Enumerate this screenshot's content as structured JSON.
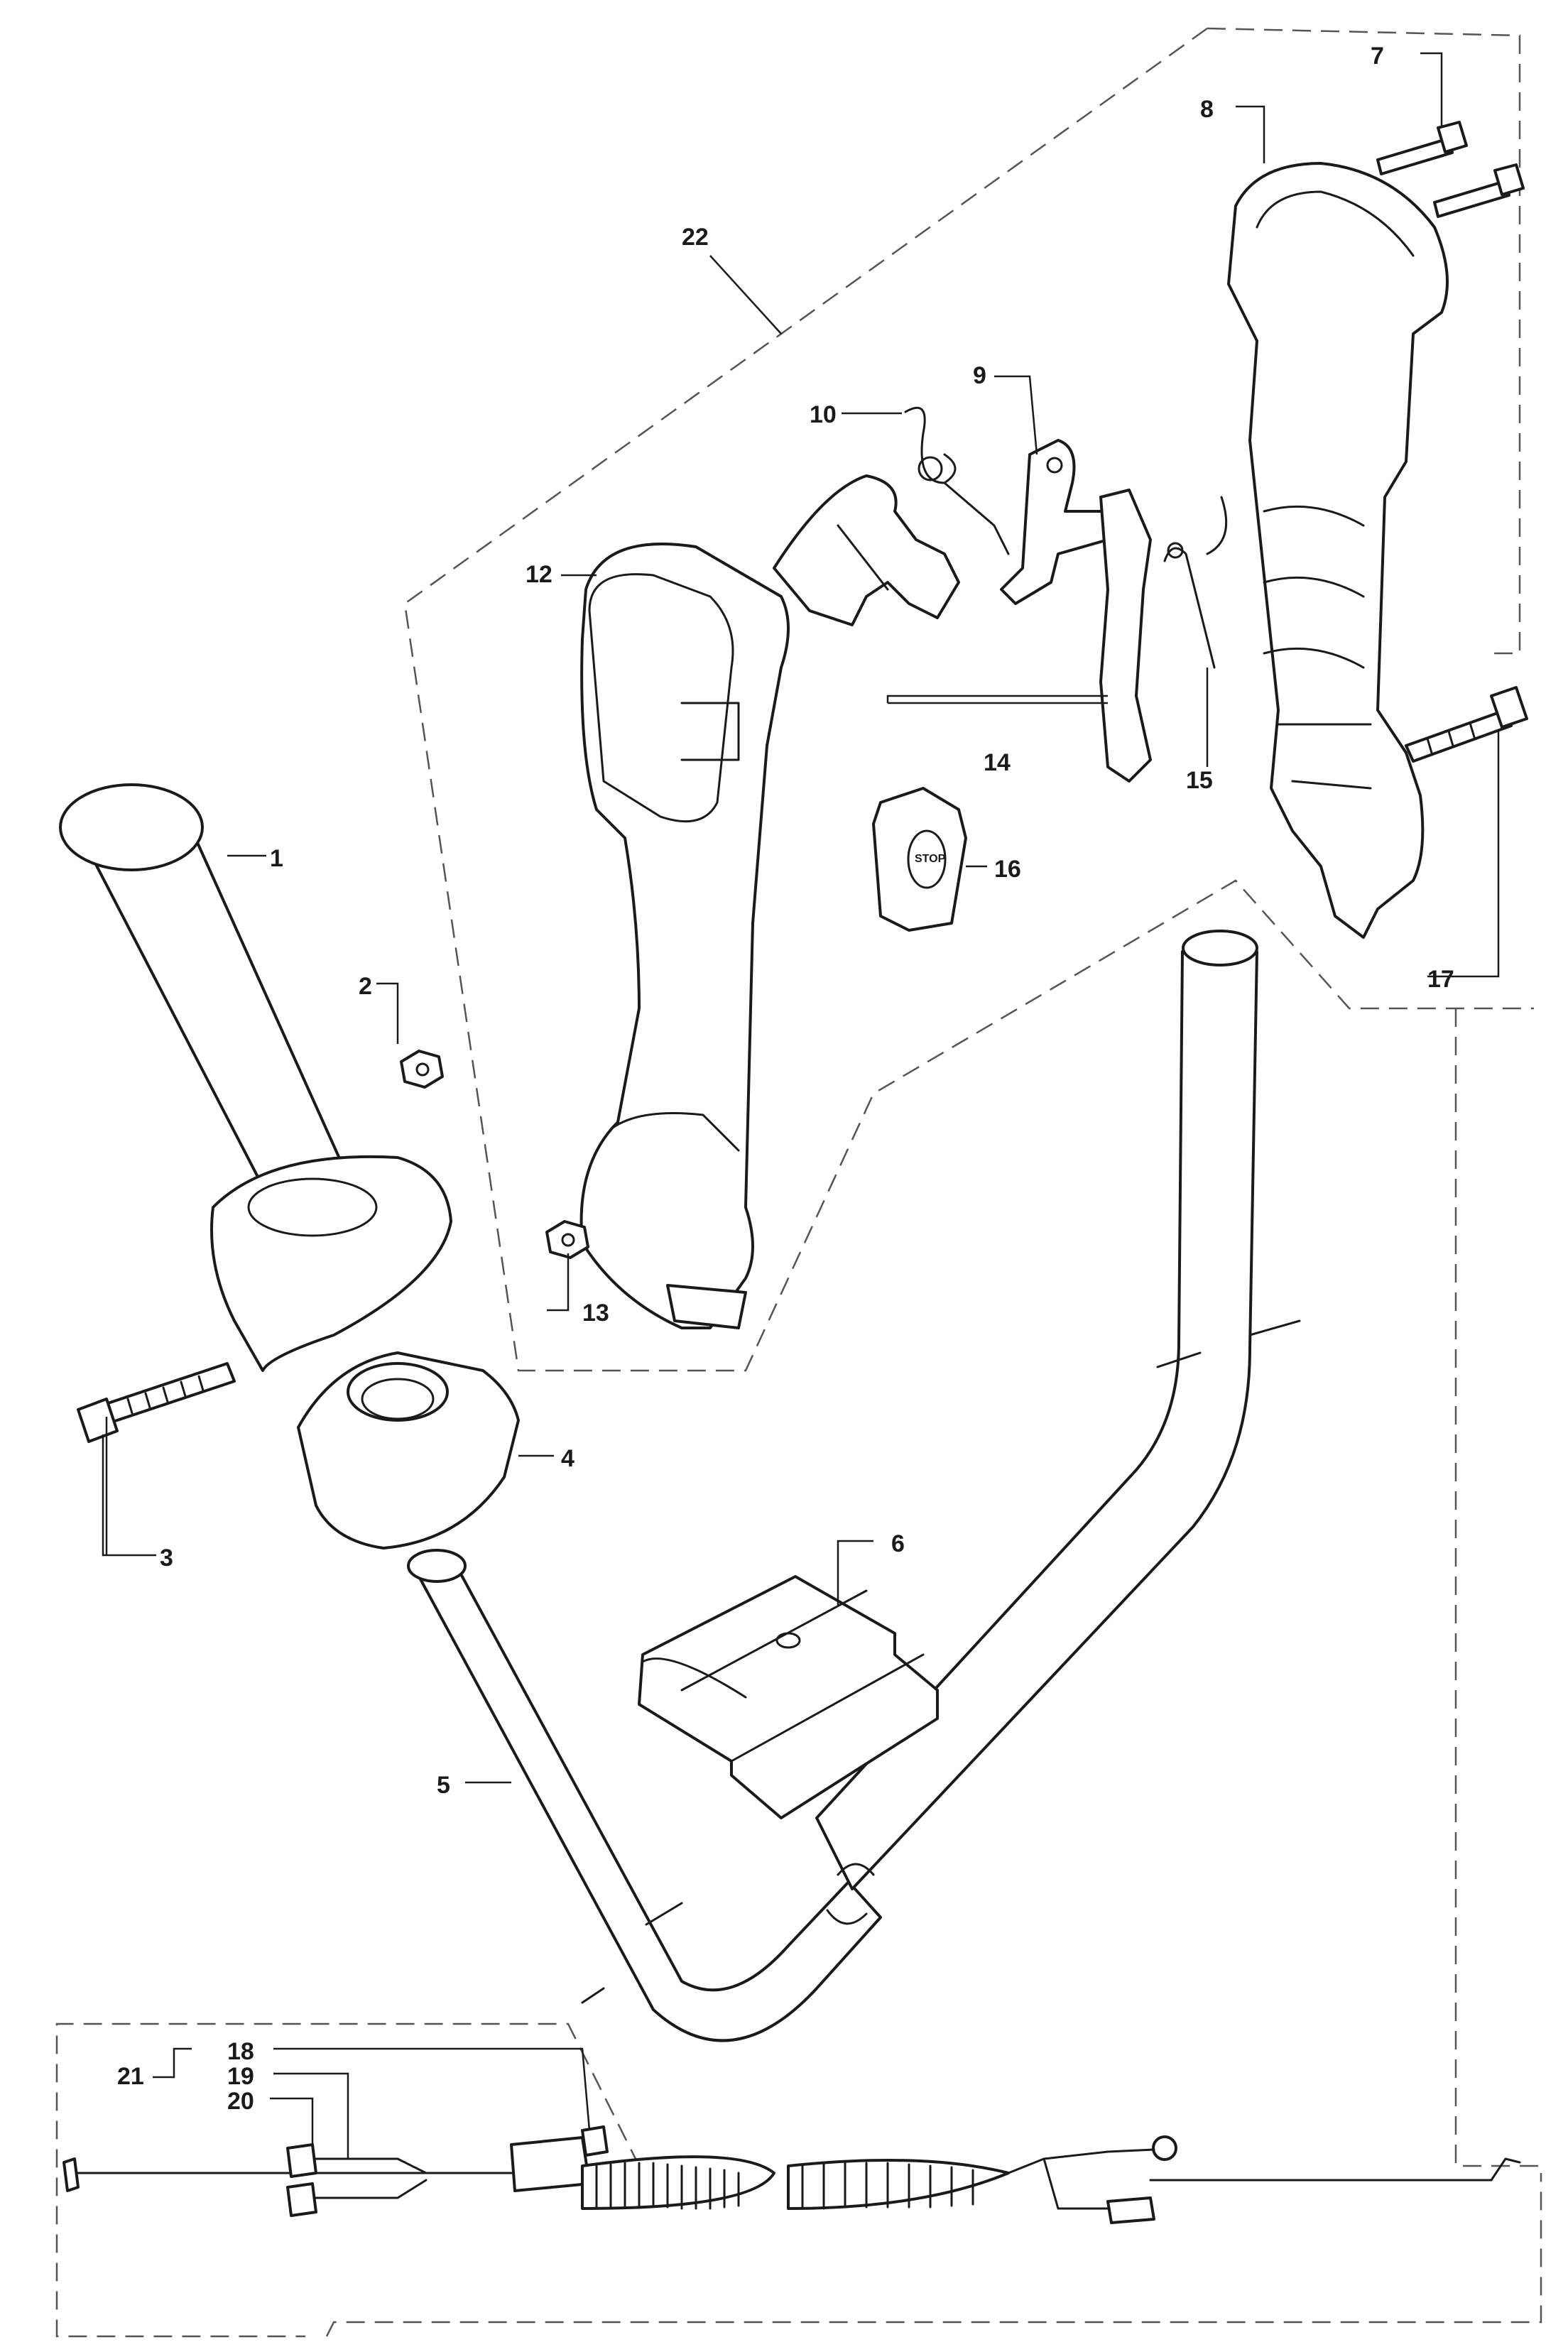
{
  "callouts": [
    {
      "id": "c1",
      "label": "1"
    },
    {
      "id": "c2",
      "label": "2"
    },
    {
      "id": "c3",
      "label": "3"
    },
    {
      "id": "c4",
      "label": "4"
    },
    {
      "id": "c5",
      "label": "5"
    },
    {
      "id": "c6",
      "label": "6"
    },
    {
      "id": "c7",
      "label": "7"
    },
    {
      "id": "c8",
      "label": "8"
    },
    {
      "id": "c9",
      "label": "9"
    },
    {
      "id": "c10",
      "label": "10"
    },
    {
      "id": "c12",
      "label": "12"
    },
    {
      "id": "c13",
      "label": "13"
    },
    {
      "id": "c14",
      "label": "14"
    },
    {
      "id": "c15",
      "label": "15"
    },
    {
      "id": "c16",
      "label": "16"
    },
    {
      "id": "c17",
      "label": "17"
    },
    {
      "id": "c18",
      "label": "18"
    },
    {
      "id": "c19",
      "label": "19"
    },
    {
      "id": "c20",
      "label": "20"
    },
    {
      "id": "c21",
      "label": "21"
    },
    {
      "id": "c22",
      "label": "22"
    }
  ],
  "switch_label": "STOP"
}
